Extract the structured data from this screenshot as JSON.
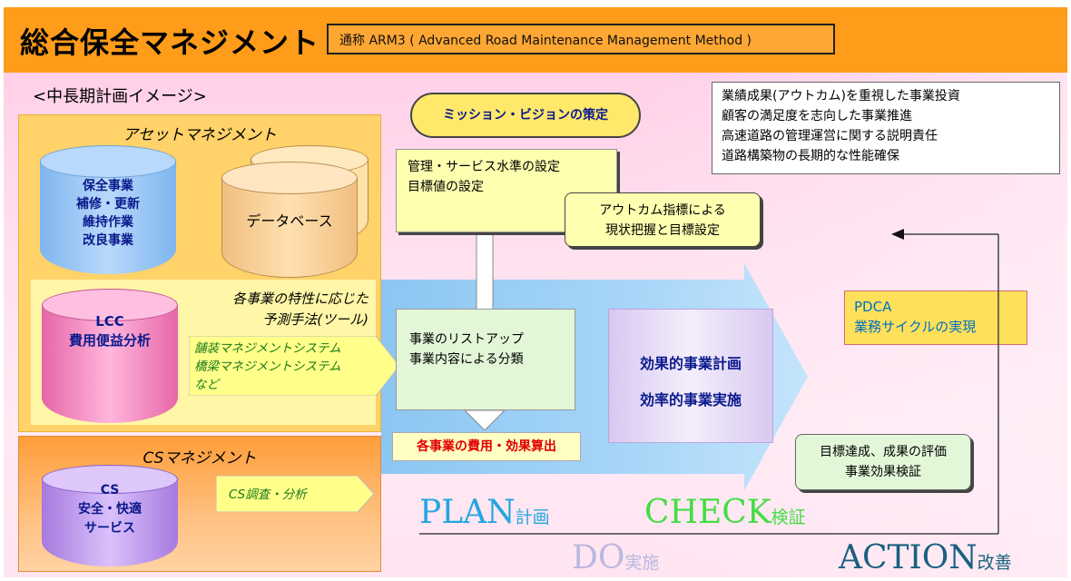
{
  "header": {
    "title": "総合保全マネジメント",
    "subtitle": "通称 ARM3 ( Advanced Road Maintenance Management Method )"
  },
  "midterm_label": "<中長期計画イメージ>",
  "asset": {
    "title": "アセットマネジメント",
    "maintenance_cylinder": [
      "保全事業",
      "補修・更新",
      "維持作業",
      "改良事業"
    ],
    "database": "データベース",
    "lcc_cylinder": [
      "LCC",
      "費用便益分析"
    ],
    "tools": [
      "各事業の特性に応じた",
      "予測手法(ツール)"
    ],
    "systems": [
      "舗装マネジメントシステム",
      "橋梁マネジメントシステム",
      "など"
    ]
  },
  "cs": {
    "title": "CSマネジメント",
    "cylinder": [
      "CS",
      "安全・快適",
      "サービス"
    ],
    "survey": "CS調査・分析"
  },
  "mission": "ミッション・ビジョンの策定",
  "mgmt": [
    "管理・サービス水準の設定",
    "目標値の設定"
  ],
  "outcome_setting": [
    "アウトカム指標による",
    "現状把握と目標設定"
  ],
  "listup": [
    "事業のリストアップ",
    "事業内容による分類"
  ],
  "cost": "各事業の費用・効果算出",
  "effective": [
    "効果的事業計画",
    "効率的事業実施"
  ],
  "outcome_list": [
    "業績成果(アウトカム)を重視した事業投資",
    "顧客の満足度を志向した事業推進",
    "高速道路の管理運営に関する説明責任",
    "道路構築物の長期的な性能確保"
  ],
  "pdca": [
    "PDCA",
    "業務サイクルの実現"
  ],
  "evaluation": [
    "目標達成、成果の評価",
    "事業効果検証"
  ],
  "cycle": {
    "plan": {
      "en": "PLAN",
      "jp": "計画"
    },
    "check": {
      "en": "CHECK",
      "jp": "検証"
    },
    "do": {
      "en": "DO",
      "jp": "実施"
    },
    "action": {
      "en": "ACTION",
      "jp": "改善"
    }
  },
  "colors": {
    "header": "#ff9c1a",
    "plan": "#22a6e0",
    "check": "#44dd44",
    "do": "#b8b8e0",
    "action": "#1a6080",
    "arrow": "#9fd2f7"
  }
}
